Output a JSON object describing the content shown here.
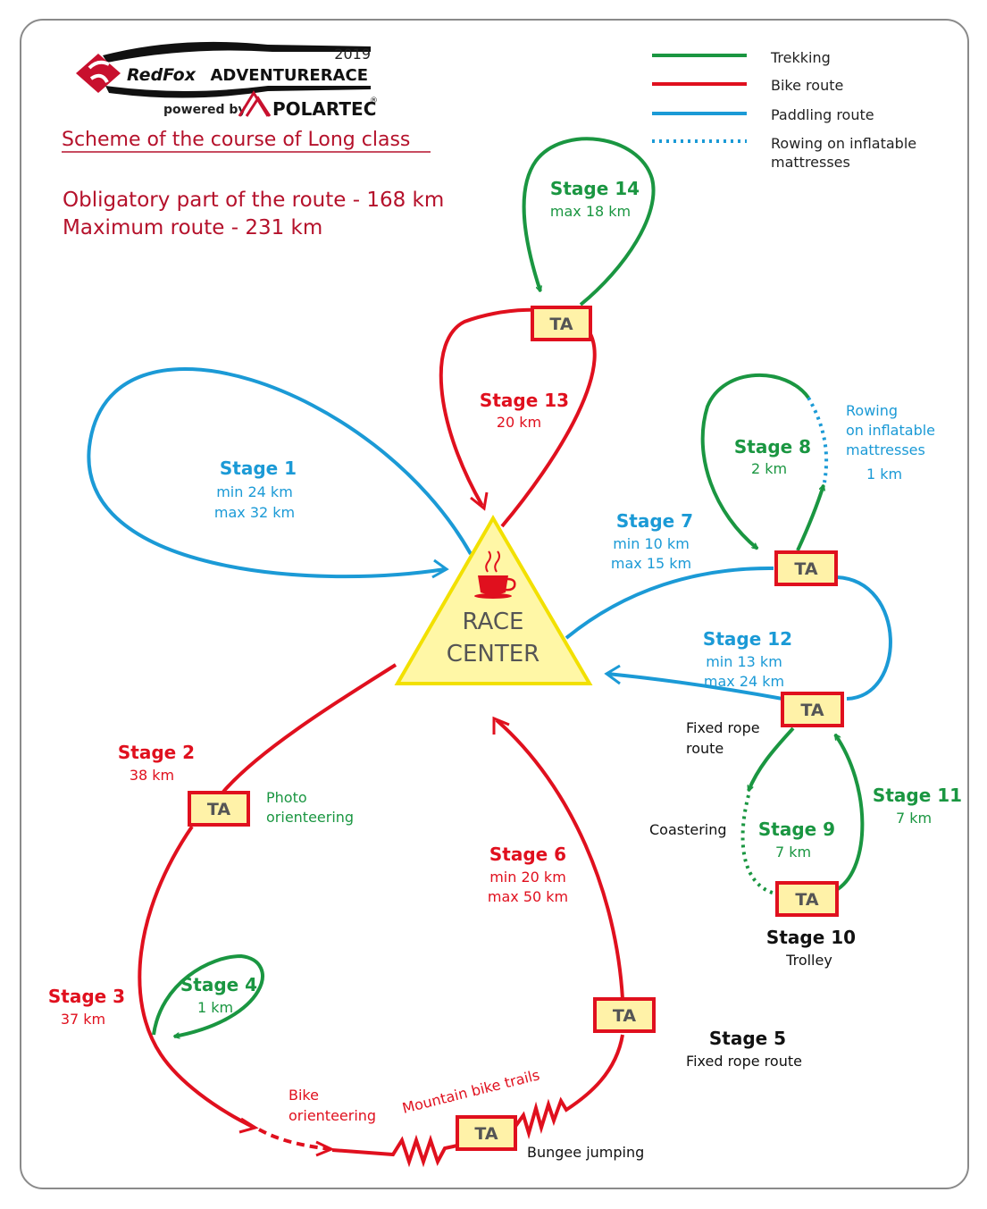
{
  "logo": {
    "year": "2019",
    "brand_left": "RedFox",
    "brand_right": "ADVENTURERACE",
    "powered_by": "powered by",
    "sponsor": "POLARTEC",
    "sponsor_mark": "®"
  },
  "title": "Scheme of the course of Long class",
  "summary": {
    "obligatory": "Obligatory part of the route - 168 km",
    "maximum": "Maximum route - 231 km"
  },
  "legend": [
    {
      "label": "Trekking",
      "color": "#1a9641",
      "style": "solid"
    },
    {
      "label": "Bike route",
      "color": "#e0101e",
      "style": "solid"
    },
    {
      "label": "Paddling route",
      "color": "#1b9ad6",
      "style": "solid"
    },
    {
      "label_lines": [
        "Rowing on inflatable",
        "mattresses"
      ],
      "color": "#1b9ad6",
      "style": "dotted"
    }
  ],
  "race_center": {
    "line1": "RACE",
    "line2": "CENTER",
    "icon": "coffee-cup-icon"
  },
  "ta_label": "TA",
  "stages": {
    "stage1": {
      "title": "Stage 1",
      "lines": [
        "min 24 km",
        "max 32 km"
      ]
    },
    "stage2": {
      "title": "Stage 2",
      "lines": [
        "38 km"
      ]
    },
    "stage3": {
      "title": "Stage 3",
      "lines": [
        "37 km"
      ]
    },
    "stage4": {
      "title": "Stage 4",
      "lines": [
        "1 km"
      ]
    },
    "stage5": {
      "title": "Stage 5",
      "lines": [
        "Fixed rope route"
      ]
    },
    "stage6": {
      "title": "Stage 6",
      "lines": [
        "min 20 km",
        "max 50 km"
      ]
    },
    "stage7": {
      "title": "Stage 7",
      "lines": [
        "min 10 km",
        "max 15 km"
      ]
    },
    "stage8": {
      "title": "Stage 8",
      "lines": [
        "2 km"
      ]
    },
    "stage9": {
      "title": "Stage 9",
      "lines": [
        "7 km"
      ]
    },
    "stage10": {
      "title": "Stage 10",
      "lines": [
        "Trolley"
      ]
    },
    "stage11": {
      "title": "Stage 11",
      "lines": [
        "7 km"
      ]
    },
    "stage12": {
      "title": "Stage 12",
      "lines": [
        "min 13 km",
        "max 24 km"
      ]
    },
    "stage13": {
      "title": "Stage 13",
      "lines": [
        "20 km"
      ]
    },
    "stage14": {
      "title": "Stage 14",
      "lines": [
        "max 18 km"
      ]
    }
  },
  "notes": {
    "photo": [
      "Photo",
      "orienteering"
    ],
    "bike_orienteering": [
      "Bike",
      "orienteering"
    ],
    "mountain_bike": "Mountain bike trails",
    "bungee": "Bungee jumping",
    "rowing": [
      "Rowing",
      "on inflatable",
      "mattresses"
    ],
    "rowing_dist": "1 km",
    "fixed_rope": [
      "Fixed rope",
      "route"
    ],
    "coastering": "Coastering"
  },
  "colors": {
    "trek": "#1a9641",
    "bike": "#e0101e",
    "paddle": "#1b9ad6",
    "ta_fill": "#fff2a8",
    "ta_border": "#e0101e",
    "center_fill": "#fff7a6",
    "center_border": "#f2e000",
    "title": "#b5112b"
  }
}
